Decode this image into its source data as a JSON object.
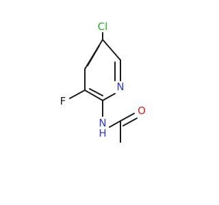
{
  "molecule": {
    "atoms": {
      "cl": {
        "label": "Cl",
        "color": "#1db31d"
      },
      "n_ring": {
        "label": "N",
        "color": "#2d37d6"
      },
      "f": {
        "label": "F",
        "color": "#1a1a1a"
      },
      "nh": {
        "label": "N",
        "sub": "H",
        "color": "#2d37d6"
      },
      "o": {
        "label": "O",
        "color": "#e02020"
      }
    },
    "bond_color": "#1a1a1a"
  }
}
